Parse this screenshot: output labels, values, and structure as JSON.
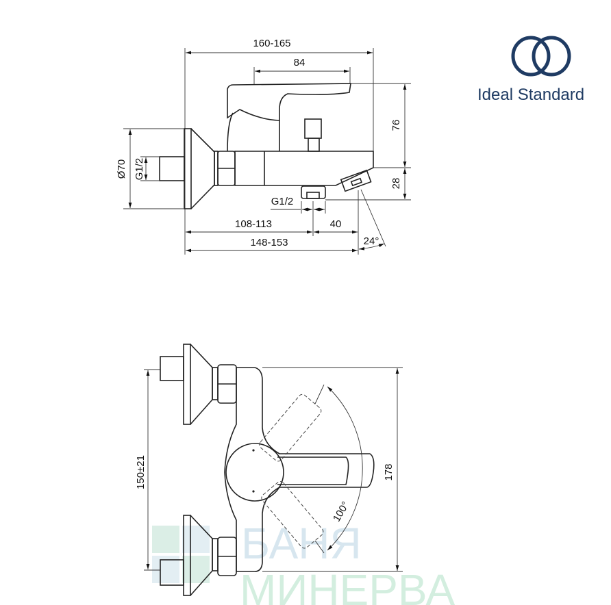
{
  "logo": {
    "brand": "Ideal Standard",
    "color": "#1f3b63"
  },
  "side_view": {
    "dims": {
      "overall_length": "160-165",
      "lever_length": "84",
      "height_above_outlet": "76",
      "outlet_height": "28",
      "flange_diameter": "Ø70",
      "inlet_thread": "G1/2",
      "outlet_thread": "G1/2",
      "wall_to_outlet": "108-113",
      "outlet_to_spout": "40",
      "wall_to_spout": "148-153",
      "spout_angle": "24°"
    }
  },
  "top_view": {
    "dims": {
      "centers": "150±21",
      "width": "178",
      "lever_rotation": "100°"
    }
  },
  "watermark": {
    "line1": "БАНЯ",
    "line2": "МИНЕРВА"
  }
}
